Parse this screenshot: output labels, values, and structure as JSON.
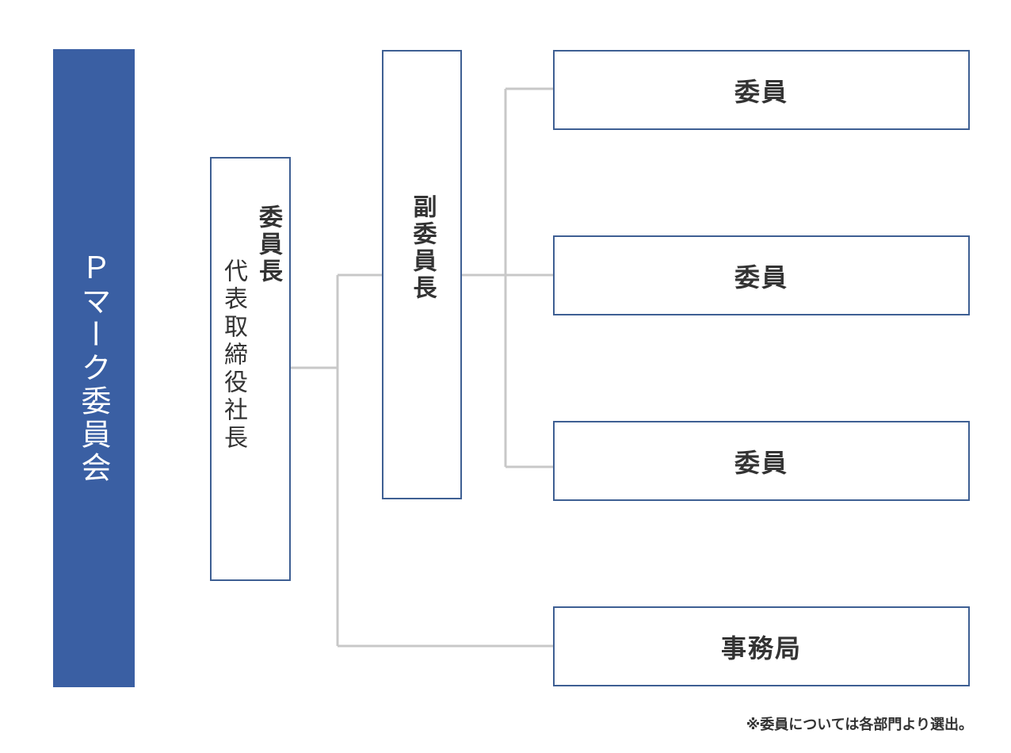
{
  "committee": {
    "label": "Ｐマーク委員会"
  },
  "chair": {
    "title": "委員長",
    "name": "代表取締役社長"
  },
  "vice_chair": {
    "title": "副委員長"
  },
  "members": [
    {
      "label": "委員"
    },
    {
      "label": "委員"
    },
    {
      "label": "委員"
    }
  ],
  "office": {
    "label": "事務局"
  },
  "footnote": "※委員については各部門より選出。",
  "colors": {
    "committee_fill": "#3a5fa3",
    "box_border": "#3e5f93",
    "connector": "#c8c8c8",
    "text": "#333333"
  }
}
